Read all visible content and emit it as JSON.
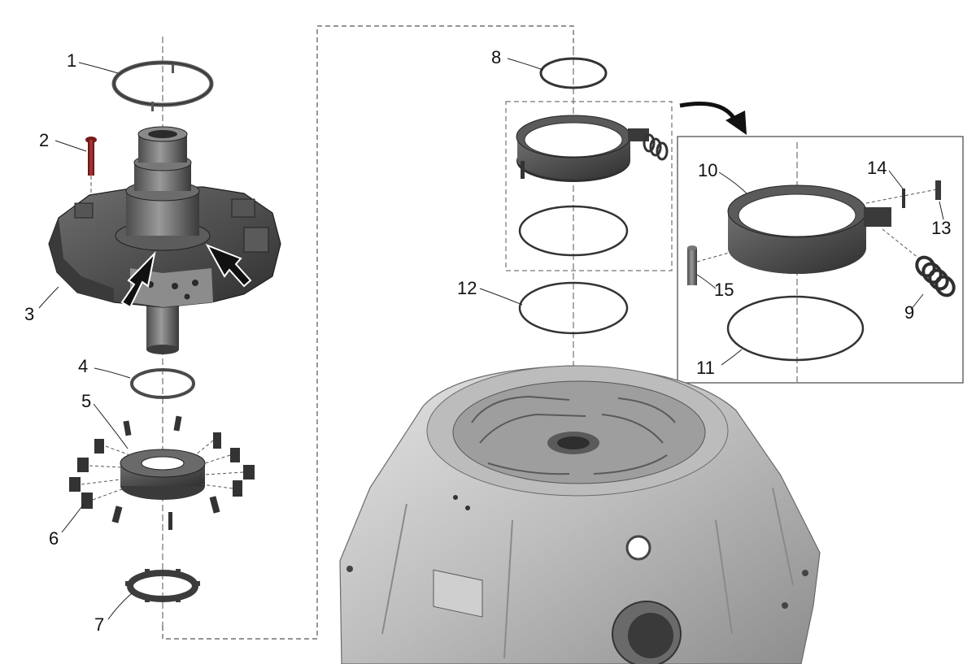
{
  "callouts": {
    "c1": "1",
    "c2": "2",
    "c3": "3",
    "c4": "4",
    "c5": "5",
    "c6": "6",
    "c7": "7",
    "c8": "8",
    "c9": "9",
    "c10": "10",
    "c11": "11",
    "c12": "12",
    "c13": "13",
    "c14": "14",
    "c15": "15"
  },
  "colors": {
    "part_dark": "#4a4a4a",
    "part_mid": "#6e6e6e",
    "part_light": "#9a9a9a",
    "housing": "#c8c8c8",
    "bolt": "#8b1f1f",
    "line": "#333333"
  },
  "icons": {
    "arrow_left": "pointer-arrow-icon",
    "arrow_right": "pointer-arrow-icon",
    "detail_arrow": "curved-arrow-icon"
  }
}
